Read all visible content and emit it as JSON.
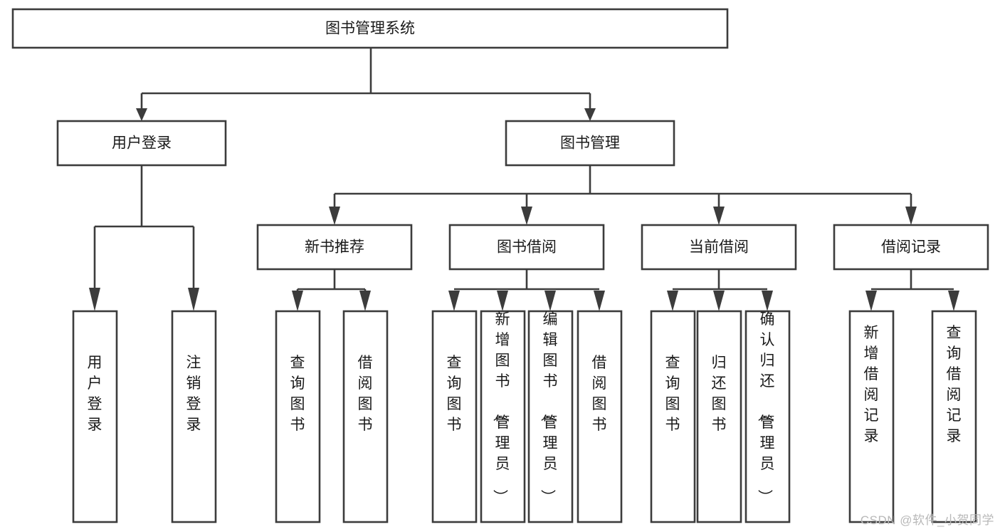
{
  "diagram": {
    "title": "图书管理系统",
    "type": "tree-hierarchy-diagram",
    "colors": {
      "stroke": "#3c3c3c",
      "fill": "#ffffff",
      "text": "#1a1a1a",
      "watermark": "#b8b8b8",
      "background": "#ffffff"
    },
    "root": {
      "label": "图书管理系统",
      "orientation": "horizontal"
    },
    "level1": [
      {
        "label": "用户登录",
        "orientation": "horizontal"
      },
      {
        "label": "图书管理",
        "orientation": "horizontal"
      }
    ],
    "level2": [
      {
        "label": "新书推荐",
        "orientation": "horizontal"
      },
      {
        "label": "图书借阅",
        "orientation": "horizontal"
      },
      {
        "label": "当前借阅",
        "orientation": "horizontal"
      },
      {
        "label": "借阅记录",
        "orientation": "horizontal"
      }
    ],
    "leaves": {
      "user_login": [
        {
          "label": "用户登录",
          "orientation": "vertical"
        },
        {
          "label": "注销登录",
          "orientation": "vertical"
        }
      ],
      "new_book_recommend": [
        {
          "label": "查询图书",
          "orientation": "vertical"
        },
        {
          "label": "借阅图书",
          "orientation": "vertical"
        }
      ],
      "book_borrow": [
        {
          "label": "查询图书",
          "orientation": "vertical"
        },
        {
          "label": "新增图书（管理员）",
          "orientation": "vertical"
        },
        {
          "label": "编辑图书（管理员）",
          "orientation": "vertical"
        },
        {
          "label": "借阅图书",
          "orientation": "vertical"
        }
      ],
      "current_borrow": [
        {
          "label": "查询图书",
          "orientation": "vertical"
        },
        {
          "label": "归还图书",
          "orientation": "vertical"
        },
        {
          "label": "确认归还（管理员）",
          "orientation": "vertical"
        }
      ],
      "borrow_record": [
        {
          "label": "新增借阅记录",
          "orientation": "vertical"
        },
        {
          "label": "查询借阅记录",
          "orientation": "vertical"
        }
      ]
    }
  },
  "watermark": {
    "text": "CSDN @软件_小贺同学"
  }
}
